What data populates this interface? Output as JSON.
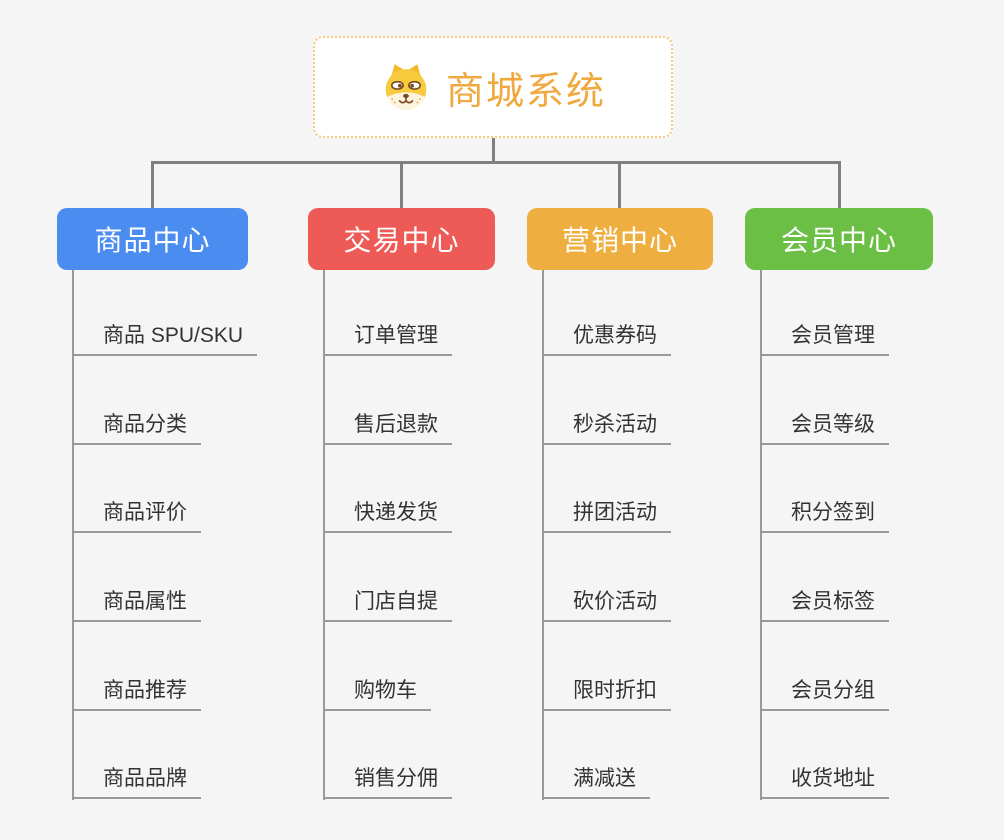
{
  "root": {
    "label": "商城系统",
    "icon": "shiba-dog-icon"
  },
  "branches": [
    {
      "label": "商品中心",
      "color": "#4a8cf0",
      "children": [
        "商品 SPU/SKU",
        "商品分类",
        "商品评价",
        "商品属性",
        "商品推荐",
        "商品品牌"
      ]
    },
    {
      "label": "交易中心",
      "color": "#ee5a55",
      "children": [
        "订单管理",
        "售后退款",
        "快递发货",
        "门店自提",
        "购物车",
        "销售分佣"
      ]
    },
    {
      "label": "营销中心",
      "color": "#efae40",
      "children": [
        "优惠券码",
        "秒杀活动",
        "拼团活动",
        "砍价活动",
        "限时折扣",
        "满减送"
      ]
    },
    {
      "label": "会员中心",
      "color": "#6cbf45",
      "children": [
        "会员管理",
        "会员等级",
        "积分签到",
        "会员标签",
        "会员分组",
        "收货地址"
      ]
    }
  ],
  "colors": {
    "canvas_bg": "#f5f5f5",
    "connector": "#808080",
    "leaf_line": "#999999",
    "leaf_text": "#333333",
    "root_bg": "#ffffff",
    "root_border": "#f3c87f",
    "root_text": "#efa93f"
  }
}
